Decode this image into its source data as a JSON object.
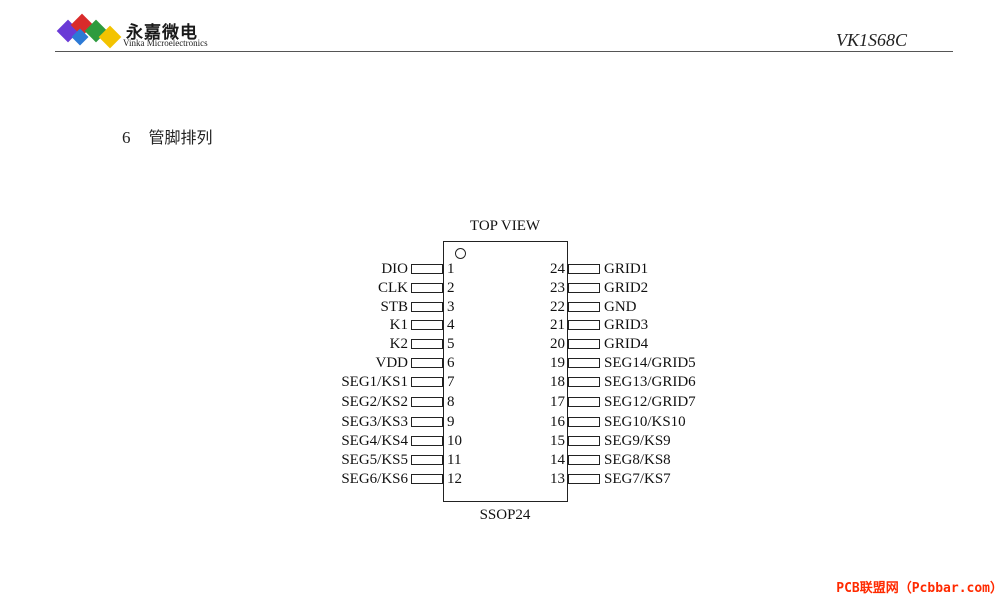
{
  "header": {
    "logo_name": "永嘉微电",
    "logo_sub": "Vinka Microelectronics",
    "doc_id": "VK1S68C",
    "logo_colors": [
      "#6a3ad6",
      "#d92b2b",
      "#2e9b3e",
      "#f3c300",
      "#2c7ad6"
    ]
  },
  "section": {
    "number": "6",
    "title": "管脚排列"
  },
  "diagram": {
    "top_label": "TOP VIEW",
    "package_label": "SSOP24",
    "left_pins": [
      {
        "no": "1",
        "label": "DIO"
      },
      {
        "no": "2",
        "label": "CLK"
      },
      {
        "no": "3",
        "label": "STB"
      },
      {
        "no": "4",
        "label": "K1"
      },
      {
        "no": "5",
        "label": "K2"
      },
      {
        "no": "6",
        "label": "VDD"
      },
      {
        "no": "7",
        "label": "SEG1/KS1"
      },
      {
        "no": "8",
        "label": "SEG2/KS2"
      },
      {
        "no": "9",
        "label": "SEG3/KS3"
      },
      {
        "no": "10",
        "label": "SEG4/KS4"
      },
      {
        "no": "11",
        "label": "SEG5/KS5"
      },
      {
        "no": "12",
        "label": "SEG6/KS6"
      }
    ],
    "right_pins": [
      {
        "no": "24",
        "label": "GRID1"
      },
      {
        "no": "23",
        "label": "GRID2"
      },
      {
        "no": "22",
        "label": "GND"
      },
      {
        "no": "21",
        "label": "GRID3"
      },
      {
        "no": "20",
        "label": "GRID4"
      },
      {
        "no": "19",
        "label": "SEG14/GRID5"
      },
      {
        "no": "18",
        "label": "SEG13/GRID6"
      },
      {
        "no": "17",
        "label": "SEG12/GRID7"
      },
      {
        "no": "16",
        "label": "SEG10/KS10"
      },
      {
        "no": "15",
        "label": "SEG9/KS9"
      },
      {
        "no": "14",
        "label": "SEG8/KS8"
      },
      {
        "no": "13",
        "label": "SEG7/KS7"
      }
    ]
  },
  "watermark": "PCB联盟网（Pcbbar.com）"
}
